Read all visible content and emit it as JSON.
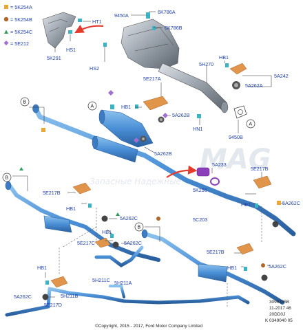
{
  "legend": [
    {
      "symbol": "square",
      "color": "#e8a838",
      "label": "= 5K254A"
    },
    {
      "symbol": "circle",
      "color": "#b0662a",
      "label": "= 5K254B"
    },
    {
      "symbol": "triangle",
      "color": "#2e9e5a",
      "label": "= 5K254C"
    },
    {
      "symbol": "diamond",
      "color": "#a070d0",
      "label": "= 5E212"
    }
  ],
  "labels": {
    "ht1": "HT1",
    "hs1": "HS1",
    "hs2": "HS2",
    "k5291": "5K291",
    "p9450a": "9450A",
    "k6786a": "6K786A",
    "k6786b": "6K786B",
    "h5270": "5H270",
    "hb1_top": "HB1",
    "a5242": "5A242",
    "a5262a": "5A262A",
    "e5217a": "5E217A",
    "hb1_mid": "HB1",
    "a5262b_1": "5A262B",
    "hn1": "HN1",
    "b9450": "9450B",
    "a5262b_2": "5A262B",
    "a5233": "5A233",
    "k5256": "5K256",
    "e5217b_l": "5E217B",
    "hb1_l": "HB1",
    "a5262c_l": "5A262C",
    "c5203": "5C203",
    "e5217b_r": "5E217B",
    "hb1_r": "HB1",
    "a5262c_r": "5A262C",
    "hb1_c": "HB1",
    "e5217c": "5E217C",
    "a5262c_c": "5A262C",
    "h5211c": "5H211C",
    "h5211a": "5H211A",
    "hb1_bl": "HB1",
    "h5211b": "5H211B",
    "a5262c_bl": "5A262C",
    "e5217d": "5E217D",
    "e5217b_br": "5E217B",
    "hb1_br": "HB1",
    "a5262c_br": "5A262C"
  },
  "circle_refs": {
    "b_left": "B",
    "a_left": "A",
    "a_right": "A",
    "b_mid_left": "B",
    "b_mid_right": "B"
  },
  "watermark": {
    "brand": "MAG",
    "tagline": "Запасные Надежные"
  },
  "reference": {
    "line1": "3090305B",
    "line2": "11-2017 46",
    "line3": "20DD0J",
    "line4": "K 0349040 05"
  },
  "footer": {
    "copyright": "©Copyright, 2015 - 2017, Ford Motor Company Limited"
  },
  "colors": {
    "label": "#1e3fa8",
    "pipe": "#4a8fd6",
    "pipe_dark": "#2a5f9e",
    "bracket": "#e0954a",
    "arrow": "#e53b2c",
    "gasket": "#8b3fb8"
  }
}
